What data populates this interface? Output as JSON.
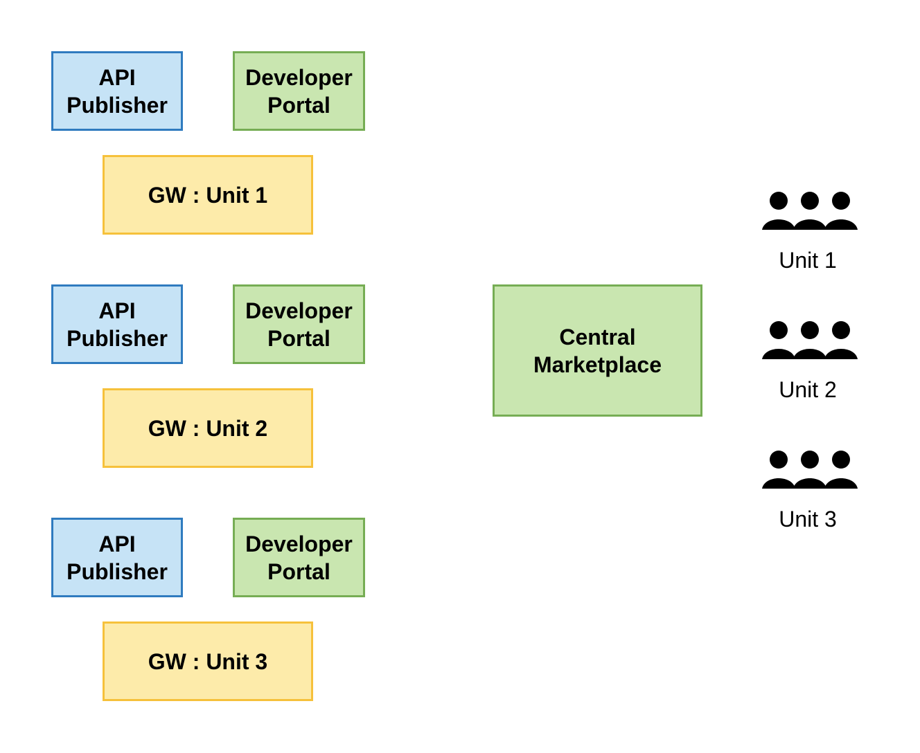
{
  "colors": {
    "api_fill": "#c6e3f6",
    "api_border": "#2f7bbf",
    "portal_fill": "#c9e6b0",
    "portal_border": "#76ad54",
    "gw_fill": "#fdebaa",
    "gw_border": "#f6c13b",
    "central_fill": "#c9e6b0",
    "central_border": "#76ad54",
    "people_icon": "#000000"
  },
  "groups": [
    {
      "api_publisher": "API\nPublisher",
      "developer_portal": "Developer\nPortal",
      "gateway": "GW : Unit 1"
    },
    {
      "api_publisher": "API\nPublisher",
      "developer_portal": "Developer\nPortal",
      "gateway": "GW : Unit 2"
    },
    {
      "api_publisher": "API\nPublisher",
      "developer_portal": "Developer\nPortal",
      "gateway": "GW : Unit 3"
    }
  ],
  "central_marketplace": "Central\nMarketplace",
  "units": [
    {
      "icon": "people-icon",
      "label": "Unit 1"
    },
    {
      "icon": "people-icon",
      "label": "Unit 2"
    },
    {
      "icon": "people-icon",
      "label": "Unit 3"
    }
  ]
}
